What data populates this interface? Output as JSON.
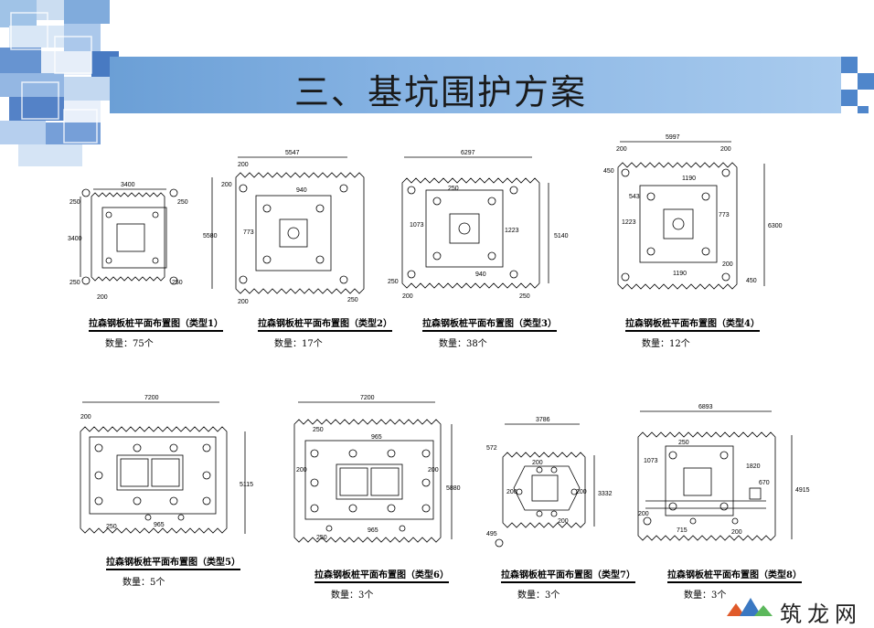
{
  "slide": {
    "title": "三、基坑围护方案"
  },
  "drawings": [
    {
      "caption": "拉森钢板桩平面布置图（类型1）",
      "quantity": "数量：75个",
      "dims": {
        "top": "3400",
        "left": "3400",
        "a": "250",
        "b": "250",
        "c": "200",
        "d": "250",
        "e": "250",
        "f": "250"
      }
    },
    {
      "caption": "拉森钢板桩平面布置图（类型2）",
      "quantity": "数量：17个",
      "dims": {
        "top": "5547",
        "left": "5580",
        "a": "200",
        "b": "200",
        "c": "940",
        "d": "773",
        "e": "200",
        "f": "250"
      }
    },
    {
      "caption": "拉森钢板桩平面布置图（类型3）",
      "quantity": "数量：38个",
      "dims": {
        "top": "6297",
        "right": "5140",
        "a": "250",
        "b": "1073",
        "c": "1223",
        "d": "940",
        "e": "250",
        "f": "200",
        "g": "250"
      }
    },
    {
      "caption": "拉森钢板桩平面布置图（类型4）",
      "quantity": "数量：12个",
      "dims": {
        "top": "5997",
        "right": "6300",
        "a": "200",
        "b": "200",
        "c": "450",
        "d": "1190",
        "e": "543",
        "f": "773",
        "g": "1223",
        "h": "1190",
        "i": "200",
        "j": "450"
      }
    },
    {
      "caption": "拉森钢板桩平面布置图（类型5）",
      "quantity": "数量：5个",
      "dims": {
        "top": "7200",
        "right": "5115",
        "a": "200",
        "b": "250",
        "c": "965"
      }
    },
    {
      "caption": "拉森钢板桩平面布置图（类型6）",
      "quantity": "数量：3个",
      "dims": {
        "top": "7200",
        "right": "5880",
        "a": "250",
        "b": "965",
        "c": "200",
        "d": "200",
        "e": "965",
        "f": "250"
      }
    },
    {
      "caption": "拉森钢板桩平面布置图（类型7）",
      "quantity": "数量：3个",
      "dims": {
        "top": "3786",
        "right": "3332",
        "a": "572",
        "b": "200",
        "c": "200",
        "d": "200",
        "e": "200",
        "f": "495"
      }
    },
    {
      "caption": "拉森钢板桩平面布置图（类型8）",
      "quantity": "数量：3个",
      "dims": {
        "top": "6893",
        "right": "4915",
        "a": "1073",
        "b": "250",
        "c": "1820",
        "d": "670",
        "e": "200",
        "f": "715",
        "g": "200"
      }
    }
  ],
  "logo": {
    "text": "筑龙网"
  }
}
